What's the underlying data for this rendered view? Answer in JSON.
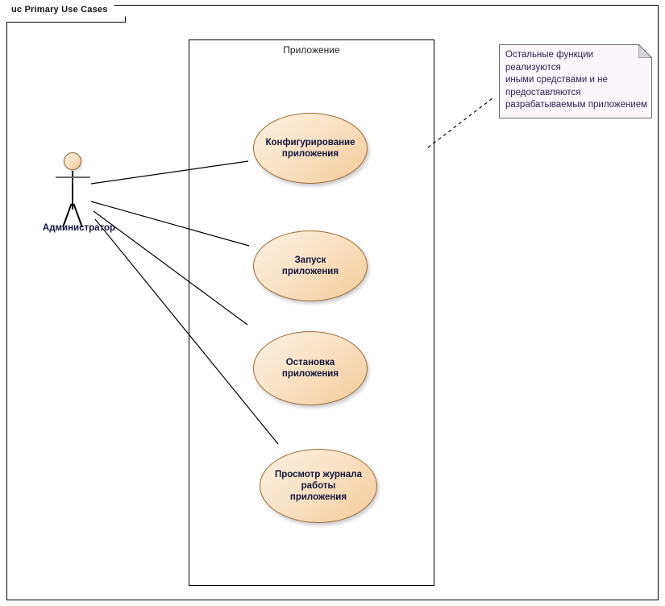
{
  "frame": {
    "title": "uc Primary Use Cases",
    "stereotype": "uc",
    "name": "Primary Use Cases"
  },
  "system_boundary": {
    "label": "Приложение"
  },
  "actor": {
    "name": "Администратор",
    "icon": "stick-figure-actor"
  },
  "use_cases": [
    {
      "id": "uc-configure",
      "label": "Конфигурирование приложения"
    },
    {
      "id": "uc-start",
      "label": "Запуск приложения"
    },
    {
      "id": "uc-stop",
      "label": "Остановка приложения"
    },
    {
      "id": "uc-viewlog",
      "label": "Просмотр журнала работы приложения"
    }
  ],
  "note": {
    "text": "Остальные функции реализуются иными средствами и не предоставляются разрабатываемым приложением",
    "lines": [
      "Остальные функции реализуются",
      "иными средствами и не",
      "предоставляются",
      "разрабатываемым приложением"
    ]
  },
  "associations": [
    {
      "from": "Администратор",
      "to": "Конфигурирование приложения"
    },
    {
      "from": "Администратор",
      "to": "Запуск приложения"
    },
    {
      "from": "Администратор",
      "to": "Остановка приложения"
    },
    {
      "from": "Администратор",
      "to": "Просмотр журнала работы приложения"
    }
  ],
  "note_anchor": {
    "from": "note",
    "to": "system-boundary",
    "style": "dashed"
  },
  "colors": {
    "usecase_fill_light": "#fdf1e1",
    "usecase_fill_dark": "#f3cb9b",
    "usecase_border": "#9a6a33",
    "note_fill": "#faf6f9",
    "note_border": "#6b6b6b",
    "label_text": "#12143a",
    "note_text": "#2e2252",
    "line": "#000000",
    "background": "#ffffff"
  }
}
